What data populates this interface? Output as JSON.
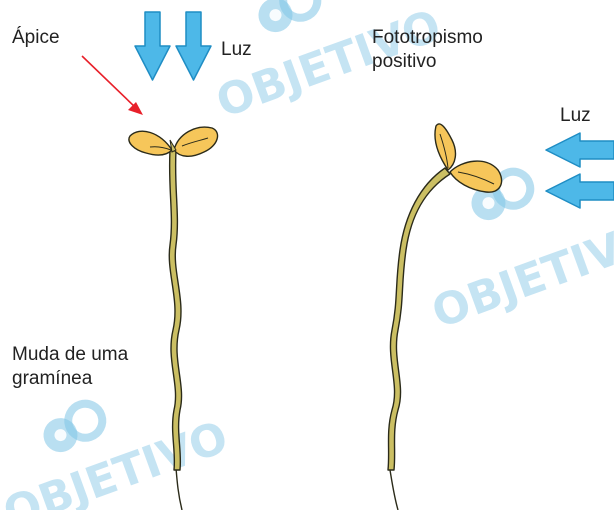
{
  "labels": {
    "apex": "Ápice",
    "light_top": "Luz",
    "phototropism_line1": "Fototropismo",
    "phototropism_line2": "positivo",
    "light_side": "Luz",
    "seedling_line1": "Muda de uma",
    "seedling_line2": "gramínea"
  },
  "watermark": {
    "text": "OBJETIVO",
    "color": "#7fc4e6"
  },
  "colors": {
    "arrow_fill": "#4db8e8",
    "arrow_stroke": "#1f8dc4",
    "pointer_arrow": "#e8202a",
    "stem_fill": "#cbbf63",
    "stem_stroke": "#2b2b1a",
    "leaf_fill": "#f6c65a",
    "leaf_stroke": "#2b2b1a"
  },
  "icons": {
    "light_arrows_top": "down-arrow-icon",
    "light_arrows_side": "left-arrow-icon",
    "apex_pointer": "red-pointer-arrow-icon",
    "watermark_logo": "objetivo-logo"
  }
}
